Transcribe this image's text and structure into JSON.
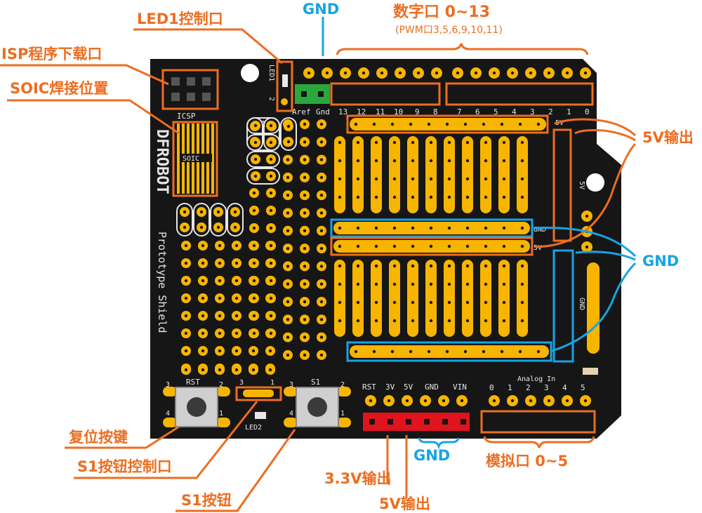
{
  "labels": {
    "gnd_top": "GND",
    "digital": "数字口 0~13",
    "pwm": "(PWM口3,5,6,9,10,11)",
    "led1": "LED1控制口",
    "isp": "ISP程序下载口",
    "soic": "SOIC焊接位置",
    "v5_out_right": "5V输出",
    "gnd_right": "GND",
    "reset_btn": "复位按键",
    "s1_ctrl": "S1按钮控制口",
    "s1_btn": "S1按钮",
    "v33_out": "3.3V输出",
    "v5_out_bottom": "5V输出",
    "gnd_bottom": "GND",
    "analog": "模拟口 0~5"
  },
  "silk": {
    "brand": "DFROBOT",
    "title": "Prototype Shield",
    "icsp": "ICSP",
    "soic": "SOIC",
    "led1": "LED1",
    "led1_pin": "2",
    "led2": "LED2",
    "rst": "RST",
    "s1": "S1",
    "aref": "Aref",
    "gnd": "Gnd",
    "pin13": "13",
    "pin12": "12",
    "pin11": "11",
    "pin10": "10",
    "pin9": "9",
    "pin8": "8",
    "pin7": "7",
    "pin6": "6",
    "pin5": "5",
    "pin4": "4",
    "pin3": "3",
    "pin2": "2",
    "pin1": "1",
    "pin0": "0",
    "v5": "5V",
    "gnd_cap": "GND",
    "one": "1",
    "power_rst": "RST",
    "power_3v": "3V",
    "power_5v": "5V",
    "power_gnd": "GND",
    "power_vin": "VIN",
    "analog_in": "Analog In",
    "a0": "0",
    "a1": "1",
    "a2": "2",
    "a3": "3",
    "a4": "4",
    "a5": "5",
    "rst_3": "3",
    "rst_2": "2",
    "rst_4": "4",
    "rst_1": "1",
    "s1_3": "3",
    "s1_2": "2",
    "s1_4": "4",
    "s1_1": "1",
    "jmp_3": "3",
    "jmp_1": "1"
  },
  "colors": {
    "board": "#161616",
    "pad": "#f7b500",
    "accent_orange": "#ed6d1f",
    "accent_blue": "#17a3e6",
    "header_green": "#2aa83e",
    "header_red": "#e0141e",
    "header_blue": "#1a2fe0",
    "header_gray": "#3a3a3a"
  }
}
